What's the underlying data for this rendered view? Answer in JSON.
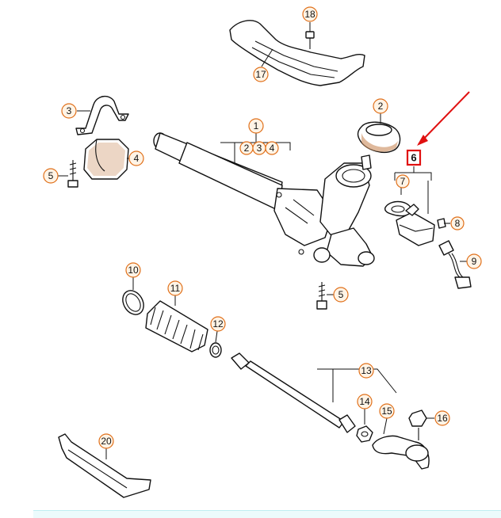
{
  "diagram": {
    "selected_part": "6",
    "callouts": [
      {
        "id": "c18",
        "label": "18"
      },
      {
        "id": "c17",
        "label": "17"
      },
      {
        "id": "c3",
        "label": "3"
      },
      {
        "id": "c4",
        "label": "4"
      },
      {
        "id": "c5a",
        "label": "5"
      },
      {
        "id": "c1",
        "label": "1"
      },
      {
        "id": "c1-2",
        "label": "2"
      },
      {
        "id": "c1-3",
        "label": "3"
      },
      {
        "id": "c1-4",
        "label": "4"
      },
      {
        "id": "c2",
        "label": "2"
      },
      {
        "id": "c7",
        "label": "7"
      },
      {
        "id": "c8",
        "label": "8"
      },
      {
        "id": "c9",
        "label": "9"
      },
      {
        "id": "c5b",
        "label": "5"
      },
      {
        "id": "c10",
        "label": "10"
      },
      {
        "id": "c11",
        "label": "11"
      },
      {
        "id": "c12",
        "label": "12"
      },
      {
        "id": "c13",
        "label": "13"
      },
      {
        "id": "c14",
        "label": "14"
      },
      {
        "id": "c15",
        "label": "15"
      },
      {
        "id": "c16",
        "label": "16"
      },
      {
        "id": "c20",
        "label": "20"
      }
    ],
    "colors": {
      "callout_stroke": "#e0701a",
      "callout_fill": "#fff4e6",
      "selection": "#e01010",
      "footer": "#ecfbfc"
    }
  }
}
